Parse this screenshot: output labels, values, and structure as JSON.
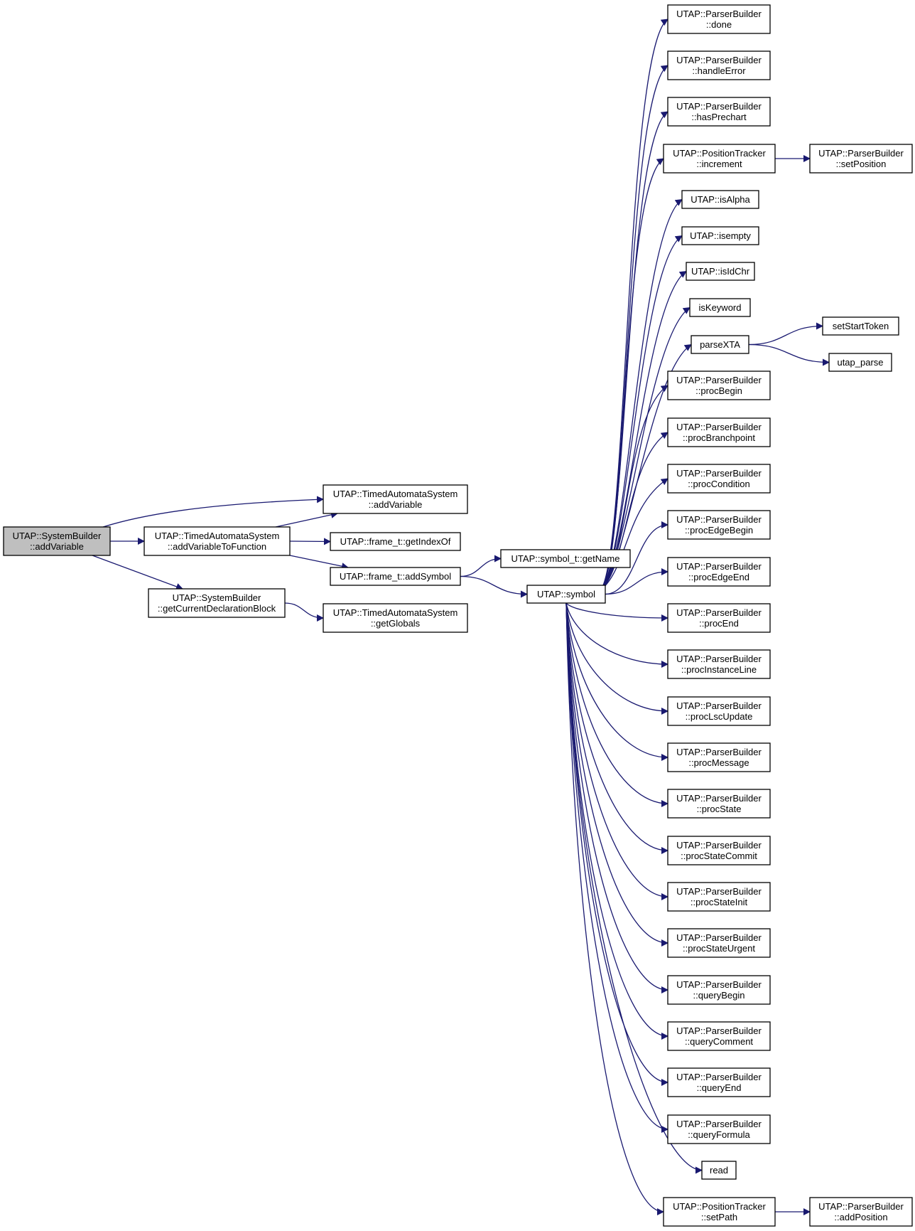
{
  "diagram": {
    "type": "call-graph",
    "colors": {
      "edge": "#191970",
      "root_fill": "#bfbfbf",
      "node_fill": "#ffffff",
      "border": "#000000"
    },
    "nodes": [
      {
        "id": "root",
        "lines": [
          "UTAP::SystemBuilder",
          "::addVariable"
        ],
        "highlighted": true
      },
      {
        "id": "tas_addVariable",
        "lines": [
          "UTAP::TimedAutomataSystem",
          "::addVariable"
        ]
      },
      {
        "id": "tas_addVariableToFunction",
        "lines": [
          "UTAP::TimedAutomataSystem",
          "::addVariableToFunction"
        ]
      },
      {
        "id": "sb_getCurrentDeclarationBlock",
        "lines": [
          "UTAP::SystemBuilder",
          "::getCurrentDeclarationBlock"
        ]
      },
      {
        "id": "frame_getIndexOf",
        "lines": [
          "UTAP::frame_t::getIndexOf"
        ]
      },
      {
        "id": "frame_addSymbol",
        "lines": [
          "UTAP::frame_t::addSymbol"
        ]
      },
      {
        "id": "tas_getGlobals",
        "lines": [
          "UTAP::TimedAutomataSystem",
          "::getGlobals"
        ]
      },
      {
        "id": "symbol_getName",
        "lines": [
          "UTAP::symbol_t::getName"
        ]
      },
      {
        "id": "symbol",
        "lines": [
          "UTAP::symbol"
        ]
      },
      {
        "id": "pb_done",
        "lines": [
          "UTAP::ParserBuilder",
          "::done"
        ]
      },
      {
        "id": "pb_handleError",
        "lines": [
          "UTAP::ParserBuilder",
          "::handleError"
        ]
      },
      {
        "id": "pb_hasPrechart",
        "lines": [
          "UTAP::ParserBuilder",
          "::hasPrechart"
        ]
      },
      {
        "id": "pt_increment",
        "lines": [
          "UTAP::PositionTracker",
          "::increment"
        ]
      },
      {
        "id": "isAlpha",
        "lines": [
          "UTAP::isAlpha"
        ]
      },
      {
        "id": "isempty",
        "lines": [
          "UTAP::isempty"
        ]
      },
      {
        "id": "isIdChr",
        "lines": [
          "UTAP::isIdChr"
        ]
      },
      {
        "id": "isKeyword",
        "lines": [
          "isKeyword"
        ]
      },
      {
        "id": "parseXTA",
        "lines": [
          "parseXTA"
        ]
      },
      {
        "id": "pb_procBegin",
        "lines": [
          "UTAP::ParserBuilder",
          "::procBegin"
        ]
      },
      {
        "id": "pb_procBranchpoint",
        "lines": [
          "UTAP::ParserBuilder",
          "::procBranchpoint"
        ]
      },
      {
        "id": "pb_procCondition",
        "lines": [
          "UTAP::ParserBuilder",
          "::procCondition"
        ]
      },
      {
        "id": "pb_procEdgeBegin",
        "lines": [
          "UTAP::ParserBuilder",
          "::procEdgeBegin"
        ]
      },
      {
        "id": "pb_procEdgeEnd",
        "lines": [
          "UTAP::ParserBuilder",
          "::procEdgeEnd"
        ]
      },
      {
        "id": "pb_procEnd",
        "lines": [
          "UTAP::ParserBuilder",
          "::procEnd"
        ]
      },
      {
        "id": "pb_procInstanceLine",
        "lines": [
          "UTAP::ParserBuilder",
          "::procInstanceLine"
        ]
      },
      {
        "id": "pb_procLscUpdate",
        "lines": [
          "UTAP::ParserBuilder",
          "::procLscUpdate"
        ]
      },
      {
        "id": "pb_procMessage",
        "lines": [
          "UTAP::ParserBuilder",
          "::procMessage"
        ]
      },
      {
        "id": "pb_procState",
        "lines": [
          "UTAP::ParserBuilder",
          "::procState"
        ]
      },
      {
        "id": "pb_procStateCommit",
        "lines": [
          "UTAP::ParserBuilder",
          "::procStateCommit"
        ]
      },
      {
        "id": "pb_procStateInit",
        "lines": [
          "UTAP::ParserBuilder",
          "::procStateInit"
        ]
      },
      {
        "id": "pb_procStateUrgent",
        "lines": [
          "UTAP::ParserBuilder",
          "::procStateUrgent"
        ]
      },
      {
        "id": "pb_queryBegin",
        "lines": [
          "UTAP::ParserBuilder",
          "::queryBegin"
        ]
      },
      {
        "id": "pb_queryComment",
        "lines": [
          "UTAP::ParserBuilder",
          "::queryComment"
        ]
      },
      {
        "id": "pb_queryEnd",
        "lines": [
          "UTAP::ParserBuilder",
          "::queryEnd"
        ]
      },
      {
        "id": "pb_queryFormula",
        "lines": [
          "UTAP::ParserBuilder",
          "::queryFormula"
        ]
      },
      {
        "id": "read",
        "lines": [
          "read"
        ]
      },
      {
        "id": "pt_setPath",
        "lines": [
          "UTAP::PositionTracker",
          "::setPath"
        ]
      },
      {
        "id": "pb_setPosition",
        "lines": [
          "UTAP::ParserBuilder",
          "::setPosition"
        ]
      },
      {
        "id": "setStartToken",
        "lines": [
          "setStartToken"
        ]
      },
      {
        "id": "utap_parse",
        "lines": [
          "utap_parse"
        ]
      },
      {
        "id": "pb_addPosition",
        "lines": [
          "UTAP::ParserBuilder",
          "::addPosition"
        ]
      }
    ],
    "edges": [
      [
        "root",
        "tas_addVariable"
      ],
      [
        "root",
        "tas_addVariableToFunction"
      ],
      [
        "root",
        "sb_getCurrentDeclarationBlock"
      ],
      [
        "tas_addVariableToFunction",
        "tas_addVariable"
      ],
      [
        "tas_addVariableToFunction",
        "frame_getIndexOf"
      ],
      [
        "tas_addVariableToFunction",
        "frame_addSymbol"
      ],
      [
        "sb_getCurrentDeclarationBlock",
        "tas_getGlobals"
      ],
      [
        "frame_addSymbol",
        "symbol_getName"
      ],
      [
        "frame_addSymbol",
        "symbol"
      ],
      [
        "symbol",
        "pb_done"
      ],
      [
        "symbol",
        "pb_handleError"
      ],
      [
        "symbol",
        "pb_hasPrechart"
      ],
      [
        "symbol",
        "pt_increment"
      ],
      [
        "symbol",
        "isAlpha"
      ],
      [
        "symbol",
        "isempty"
      ],
      [
        "symbol",
        "isIdChr"
      ],
      [
        "symbol",
        "isKeyword"
      ],
      [
        "symbol",
        "parseXTA"
      ],
      [
        "symbol",
        "pb_procBegin"
      ],
      [
        "symbol",
        "pb_procBranchpoint"
      ],
      [
        "symbol",
        "pb_procCondition"
      ],
      [
        "symbol",
        "pb_procEdgeBegin"
      ],
      [
        "symbol",
        "pb_procEdgeEnd"
      ],
      [
        "symbol",
        "pb_procEnd"
      ],
      [
        "symbol",
        "pb_procInstanceLine"
      ],
      [
        "symbol",
        "pb_procLscUpdate"
      ],
      [
        "symbol",
        "pb_procMessage"
      ],
      [
        "symbol",
        "pb_procState"
      ],
      [
        "symbol",
        "pb_procStateCommit"
      ],
      [
        "symbol",
        "pb_procStateInit"
      ],
      [
        "symbol",
        "pb_procStateUrgent"
      ],
      [
        "symbol",
        "pb_queryBegin"
      ],
      [
        "symbol",
        "pb_queryComment"
      ],
      [
        "symbol",
        "pb_queryEnd"
      ],
      [
        "symbol",
        "pb_queryFormula"
      ],
      [
        "symbol",
        "read"
      ],
      [
        "symbol",
        "pt_setPath"
      ],
      [
        "pt_increment",
        "pb_setPosition"
      ],
      [
        "parseXTA",
        "setStartToken"
      ],
      [
        "parseXTA",
        "utap_parse"
      ],
      [
        "pt_setPath",
        "pb_addPosition"
      ]
    ]
  }
}
